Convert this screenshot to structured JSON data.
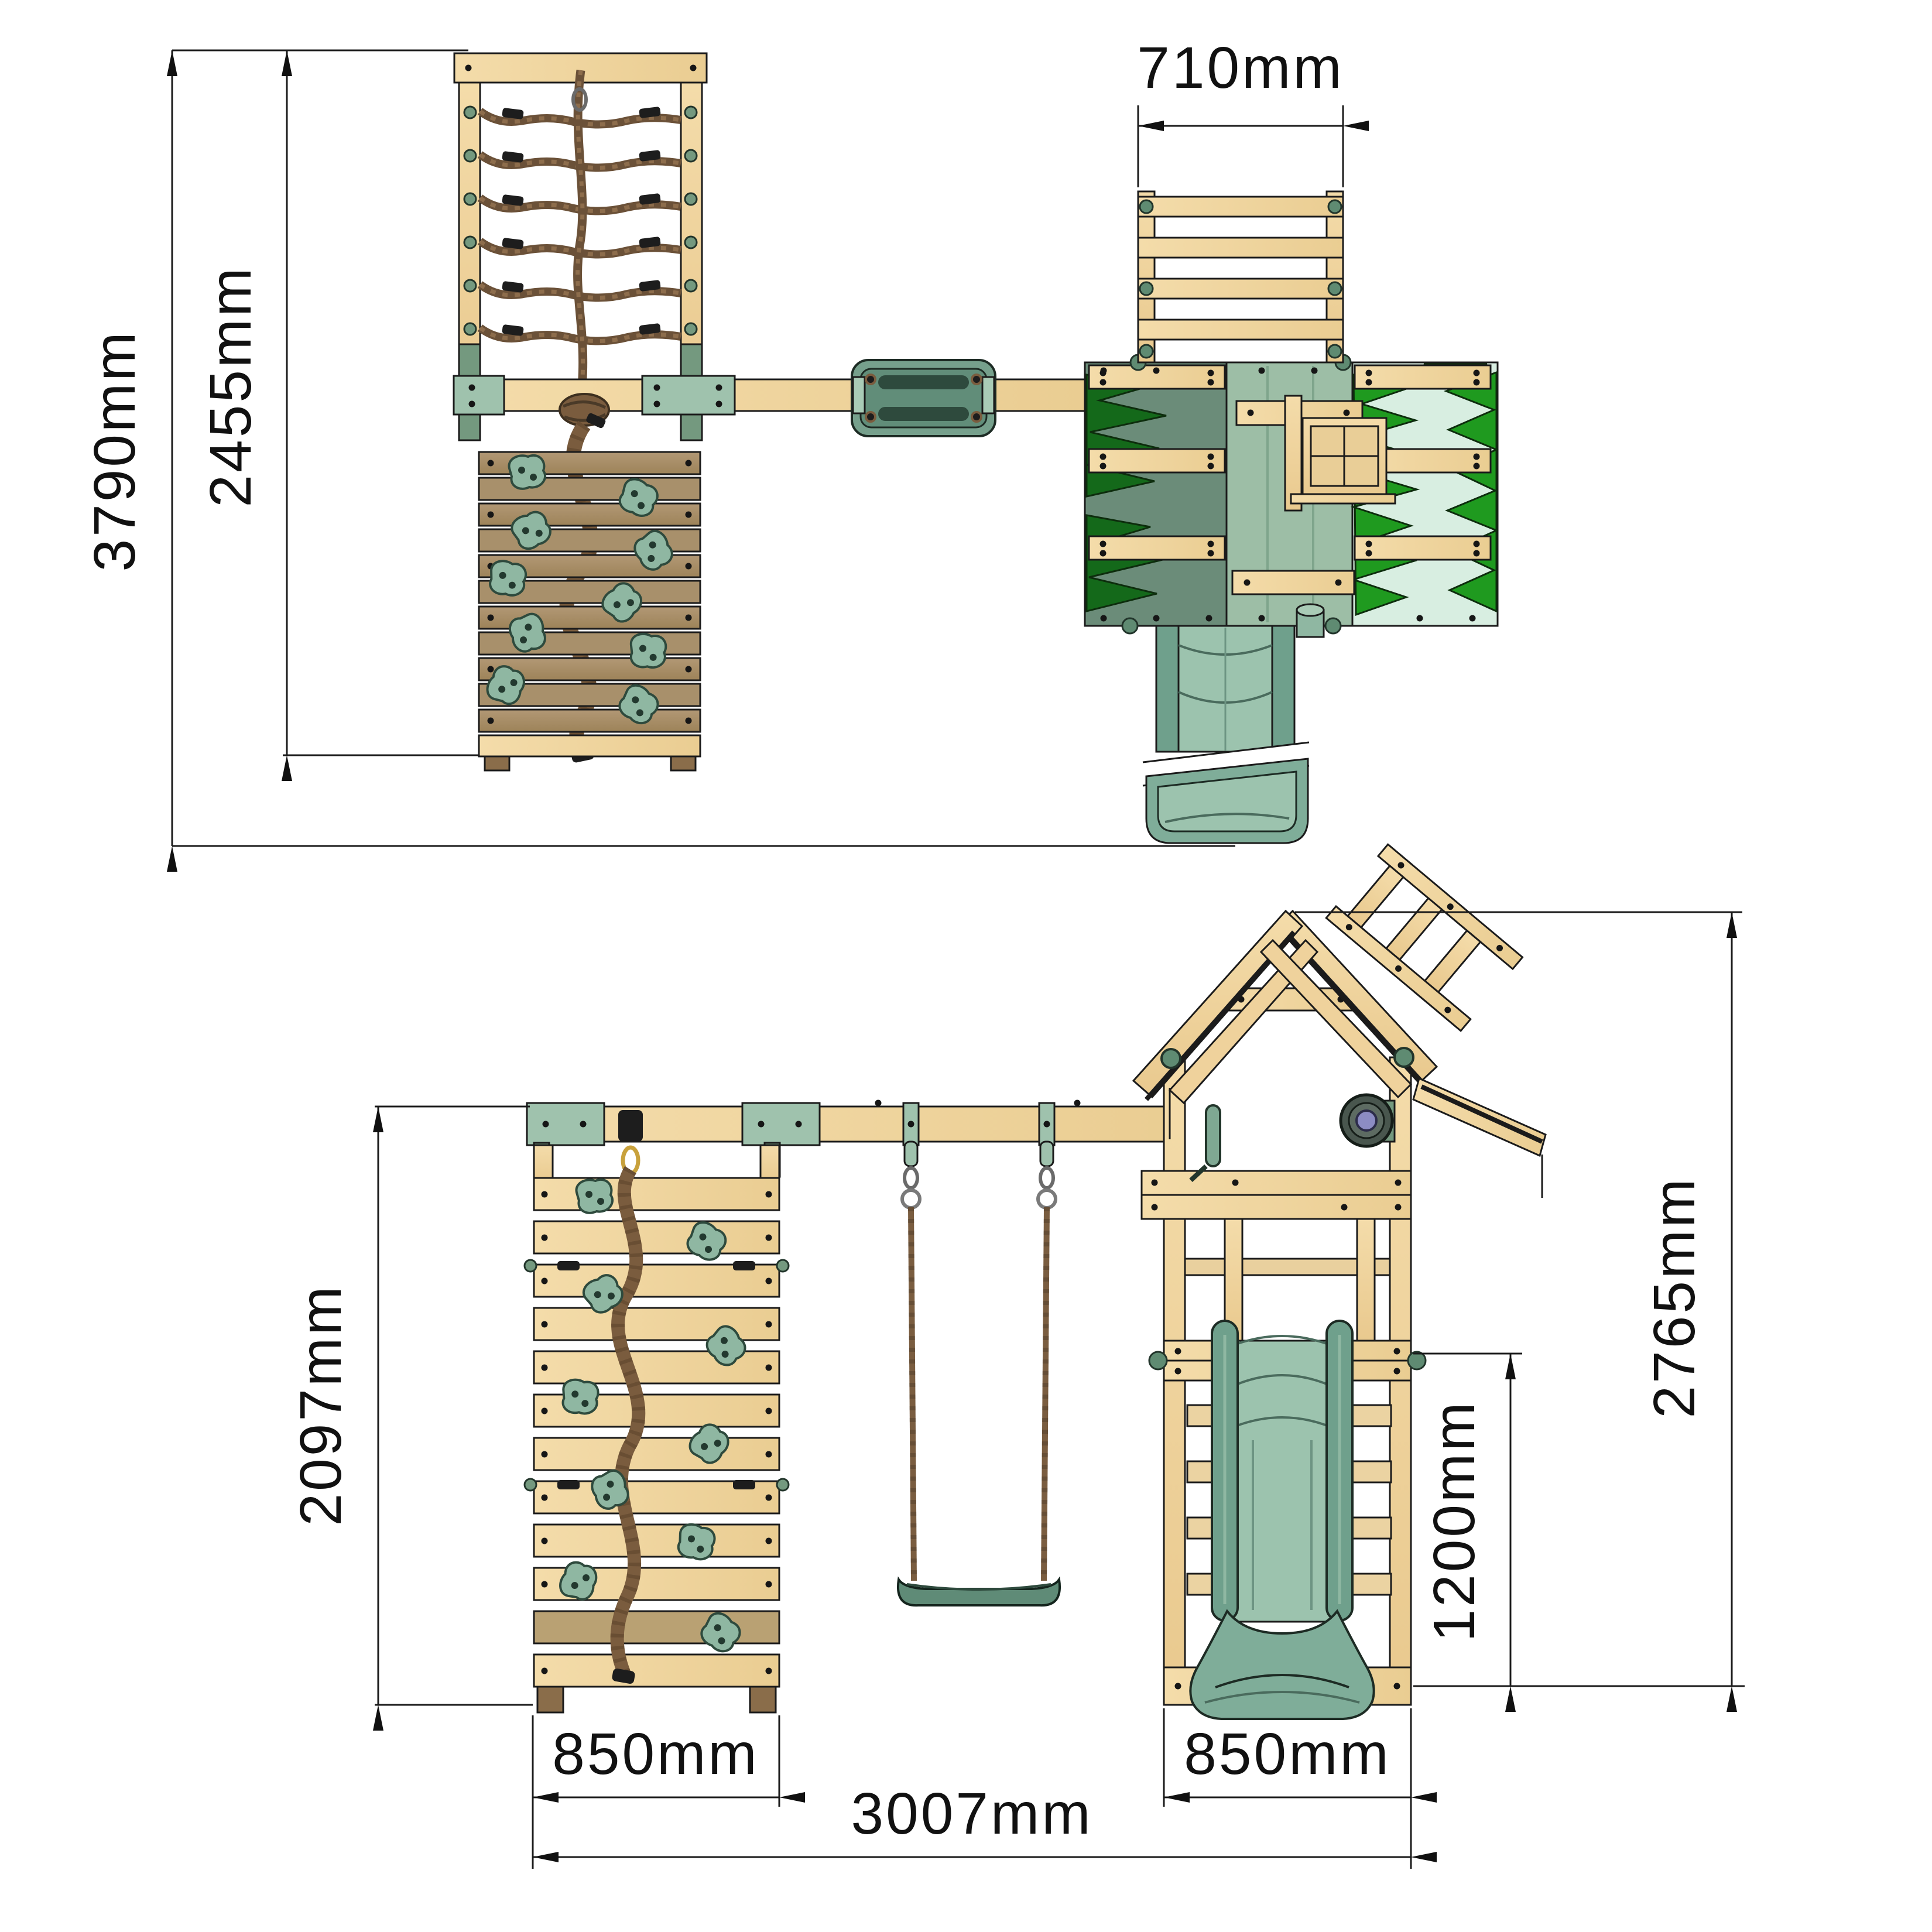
{
  "drawing_type": "playset-dimension-diagram",
  "labels": {
    "plan_total_depth": "3790mm",
    "plan_frame_depth": "2455mm",
    "plan_ladder_width": "710mm",
    "front_wall_height": "2097mm",
    "front_total_height": "2765mm",
    "front_platform_height": "1200mm",
    "front_wall_width": "850mm",
    "front_tower_width": "850mm",
    "front_overall_length": "3007mm"
  },
  "colors": {
    "wood_light": "#F3DAA6",
    "wood_light_deep": "#EAC98E",
    "wood_brown": "#AB9168",
    "sage_green": "#7FA893",
    "sage_dark": "#5F8B72",
    "sage_light": "#A9CBB6",
    "slide_bed": "#9CC3AE",
    "slide_rail": "#6FA08C",
    "roof_left": "#6B8C79",
    "roof_center": "#9DBEA6",
    "roof_right": "#D8EEE1",
    "jag_dark_green": "#14691A",
    "jag_bright_green": "#1F9A1F",
    "rope": "#7A5C3E",
    "hardware": "#1d1d1d",
    "wheel_hub": "#8C8CC4",
    "line": "#1b1b1b"
  }
}
